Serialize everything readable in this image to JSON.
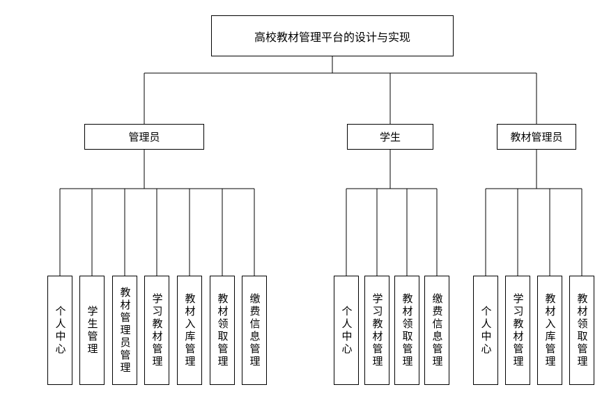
{
  "root": {
    "label": "高校教材管理平台的设计与实现"
  },
  "roles": [
    {
      "label": "管理员",
      "children": [
        "个人中心",
        "学生管理",
        "教材管理员管理",
        "学习教材管理",
        "教材入库管理",
        "教材领取管理",
        "缴费信息管理"
      ]
    },
    {
      "label": "学生",
      "children": [
        "个人中心",
        "学习教材管理",
        "教材领取管理",
        "缴费信息管理"
      ]
    },
    {
      "label": "教材管理员",
      "children": [
        "个人中心",
        "学习教材管理",
        "教材入库管理",
        "教材领取管理"
      ]
    }
  ]
}
